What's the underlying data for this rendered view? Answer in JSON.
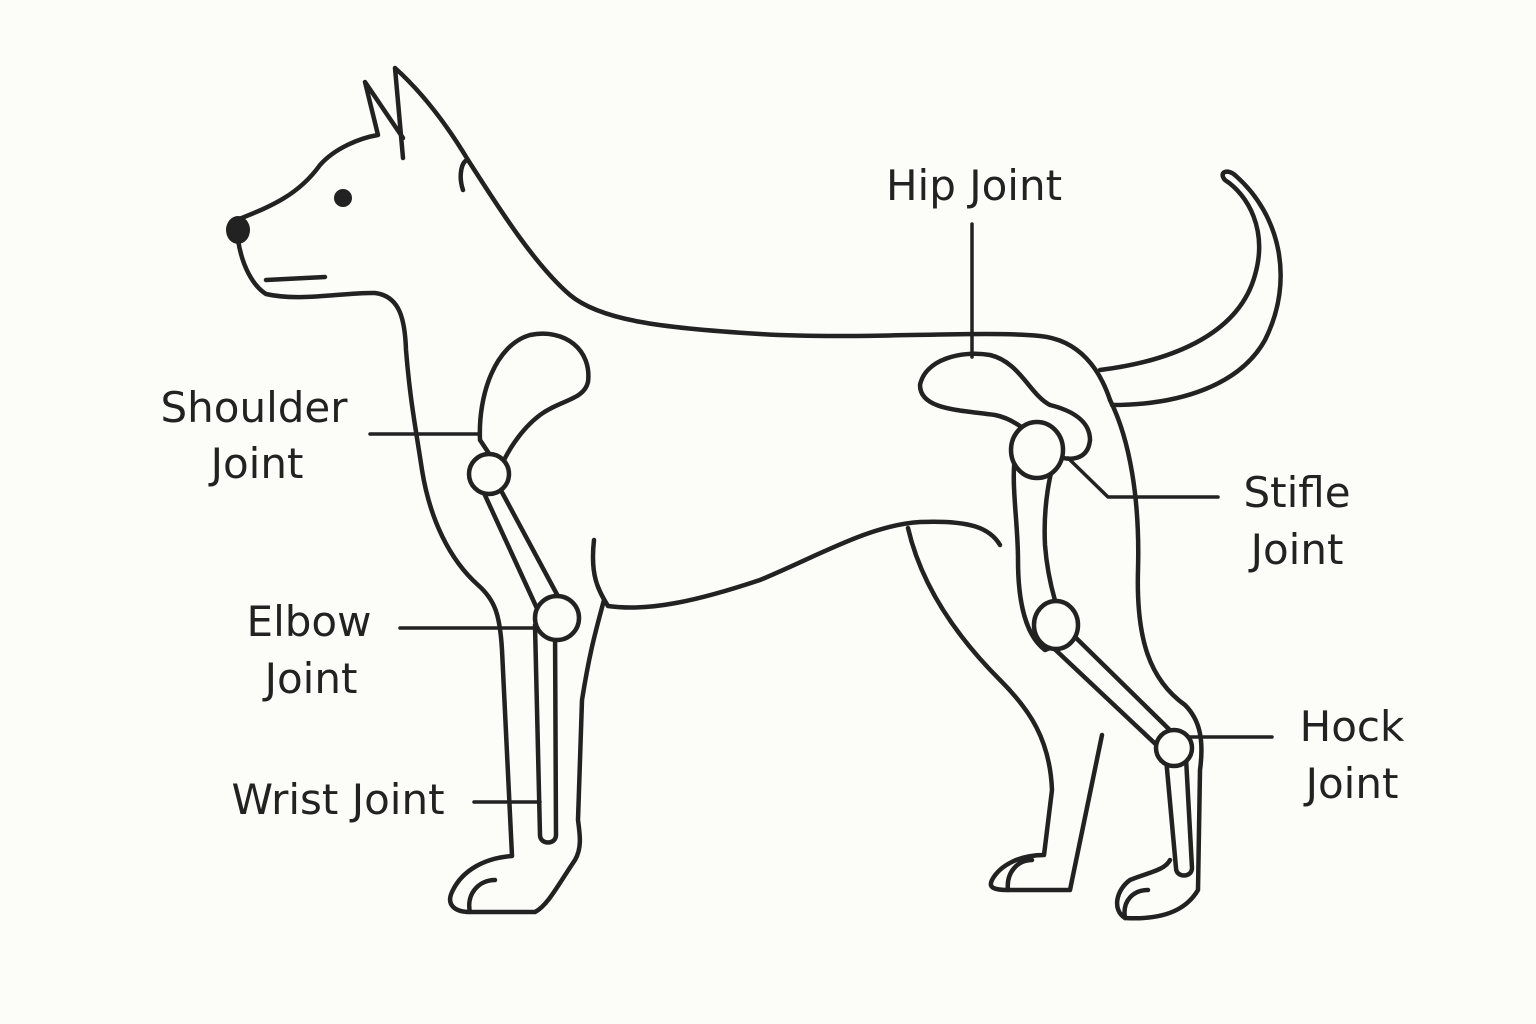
{
  "colors": {
    "background": "#fcfcf9",
    "line": "#222222"
  },
  "labels": {
    "hip": [
      "Hip Joint"
    ],
    "shoulder": [
      "Shoulder",
      "Joint"
    ],
    "stifle": [
      "Stifle",
      "Joint"
    ],
    "elbow": [
      "Elbow",
      "Joint"
    ],
    "hock": [
      "Hock",
      "Joint"
    ],
    "wrist": [
      "Wrist Joint"
    ]
  }
}
